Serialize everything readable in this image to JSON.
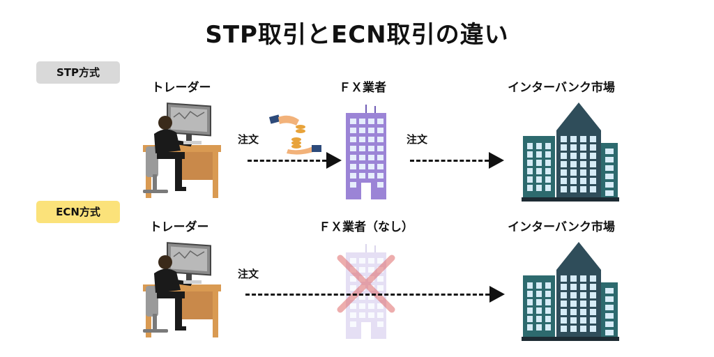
{
  "title": "STP取引とECN取引の違い",
  "colors": {
    "stp_badge": "#d9d9d9",
    "ecn_badge": "#fbe27a",
    "fx_building": "#9b84d6",
    "bank_building": "#2f4d5a",
    "cross": "#e06b6b"
  },
  "stp": {
    "badge": "STP方式",
    "trader": "トレーダー",
    "broker": "ＦＸ業者",
    "market": "インターバンク市場",
    "order_1": "注文",
    "order_2": "注文"
  },
  "ecn": {
    "badge": "ECN方式",
    "trader": "トレーダー",
    "broker": "ＦＸ業者（なし）",
    "market": "インターバンク市場",
    "order": "注文"
  },
  "icons": [
    "trader-at-desk-icon",
    "coins-handover-icon",
    "office-building-icon",
    "skyscraper-icon",
    "cross-mark-icon"
  ]
}
